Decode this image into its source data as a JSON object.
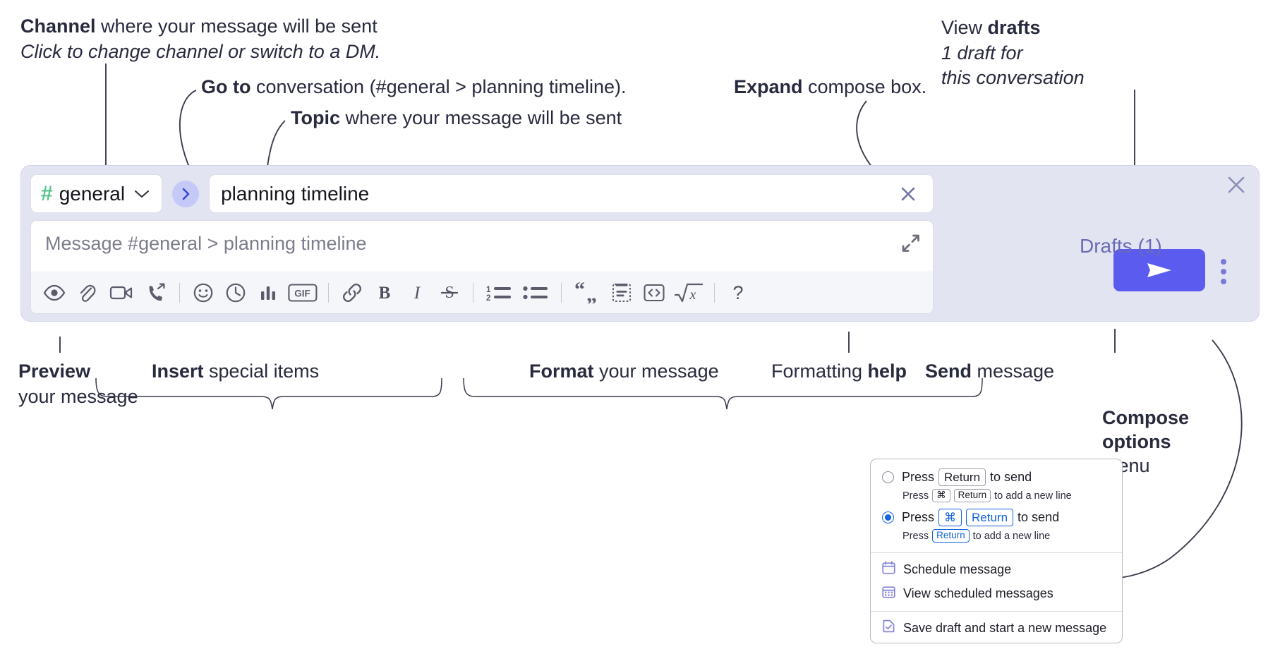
{
  "annotations": {
    "channel": {
      "bold": "Channel",
      "rest": " where your message will be sent",
      "italic": "Click to change channel or switch to a DM."
    },
    "goto": {
      "bold": "Go to",
      "rest": " conversation (#general > planning timeline)."
    },
    "topic": {
      "bold": "Topic",
      "rest": " where your message will be sent"
    },
    "expand": {
      "bold": "Expand",
      "rest": " compose box."
    },
    "drafts": {
      "normal": "View ",
      "bold": "drafts",
      "italic_line1": "1 draft for",
      "italic_line2": "this conversation"
    },
    "preview": {
      "bold": "Preview",
      "line2": "your message"
    },
    "insert": {
      "bold": "Insert",
      "rest": " special items"
    },
    "format": {
      "bold": "Format",
      "rest": " your message"
    },
    "formatting_help": {
      "normal": "Formatting ",
      "bold": "help"
    },
    "send": {
      "bold": "Send",
      "rest": " message"
    },
    "compose_options": {
      "bold_line1": "Compose",
      "bold_line2": "options",
      "line3": "menu"
    }
  },
  "compose": {
    "channel": {
      "name": "general",
      "hash_icon": "hash-icon",
      "chevron_icon": "chevron-down-icon"
    },
    "goto_button": {
      "icon": "chevron-right-icon"
    },
    "topic": {
      "value": "planning timeline",
      "clear_icon": "close-icon"
    },
    "message": {
      "placeholder": "Message #general > planning timeline",
      "expand_icon": "expand-diagonal-icon"
    },
    "toolbar": [
      {
        "name": "preview-icon",
        "label": "Preview"
      },
      {
        "name": "attachment-icon",
        "label": "Attach file"
      },
      {
        "name": "video-camera-icon",
        "label": "Record video clip"
      },
      {
        "name": "phone-forward-icon",
        "label": "Record audio clip"
      },
      {
        "name": "separator",
        "label": ""
      },
      {
        "name": "emoji-icon",
        "label": "Emoji"
      },
      {
        "name": "clock-icon",
        "label": "Reminder"
      },
      {
        "name": "bar-chart-icon",
        "label": "Poll"
      },
      {
        "name": "gif-icon",
        "label": "GIF"
      },
      {
        "name": "separator",
        "label": ""
      },
      {
        "name": "link-icon",
        "label": "Link"
      },
      {
        "name": "bold-icon",
        "label": "Bold"
      },
      {
        "name": "italic-icon",
        "label": "Italic"
      },
      {
        "name": "strikethrough-icon",
        "label": "Strikethrough"
      },
      {
        "name": "separator",
        "label": ""
      },
      {
        "name": "ordered-list-icon",
        "label": "Ordered list"
      },
      {
        "name": "bulleted-list-icon",
        "label": "Bulleted list"
      },
      {
        "name": "separator",
        "label": ""
      },
      {
        "name": "blockquote-icon",
        "label": "Blockquote"
      },
      {
        "name": "code-block-icon",
        "label": "Code block"
      },
      {
        "name": "inline-code-icon",
        "label": "Code"
      },
      {
        "name": "latex-icon",
        "label": "Math"
      },
      {
        "name": "separator",
        "label": ""
      },
      {
        "name": "help-icon",
        "label": "?"
      }
    ],
    "help_glyph": "?",
    "send_button": {
      "icon": "send-paper-plane-icon"
    },
    "compose_options_button": {
      "icon": "kebab-menu-icon"
    },
    "drafts_link": "Drafts (1)",
    "close_button": {
      "icon": "close-icon"
    }
  },
  "menu": {
    "options": [
      {
        "selected": false,
        "prefix": "Press",
        "keys": [
          "Return"
        ],
        "suffix": "to send",
        "sub_prefix": "Press",
        "sub_keys": [
          "⌘",
          "Return"
        ],
        "sub_suffix": "to add a new line"
      },
      {
        "selected": true,
        "prefix": "Press",
        "keys": [
          "⌘",
          "Return"
        ],
        "suffix": "to send",
        "sub_prefix": "Press",
        "sub_keys": [
          "Return"
        ],
        "sub_suffix": "to add a new line"
      }
    ],
    "items": [
      {
        "icon": "calendar-schedule-icon",
        "label": "Schedule message"
      },
      {
        "icon": "calendar-grid-icon",
        "label": "View scheduled messages"
      },
      {
        "icon": "save-draft-icon",
        "label": "Save draft and start a new message"
      }
    ]
  },
  "colors": {
    "compose_bg": "#e3e4f2",
    "send_purple": "#5b5bef",
    "hash_green": "#56c38a",
    "drafts_purple": "#6a6ab4",
    "accent_blue": "#1264e0",
    "menu_icon_purple": "#8484d8"
  }
}
